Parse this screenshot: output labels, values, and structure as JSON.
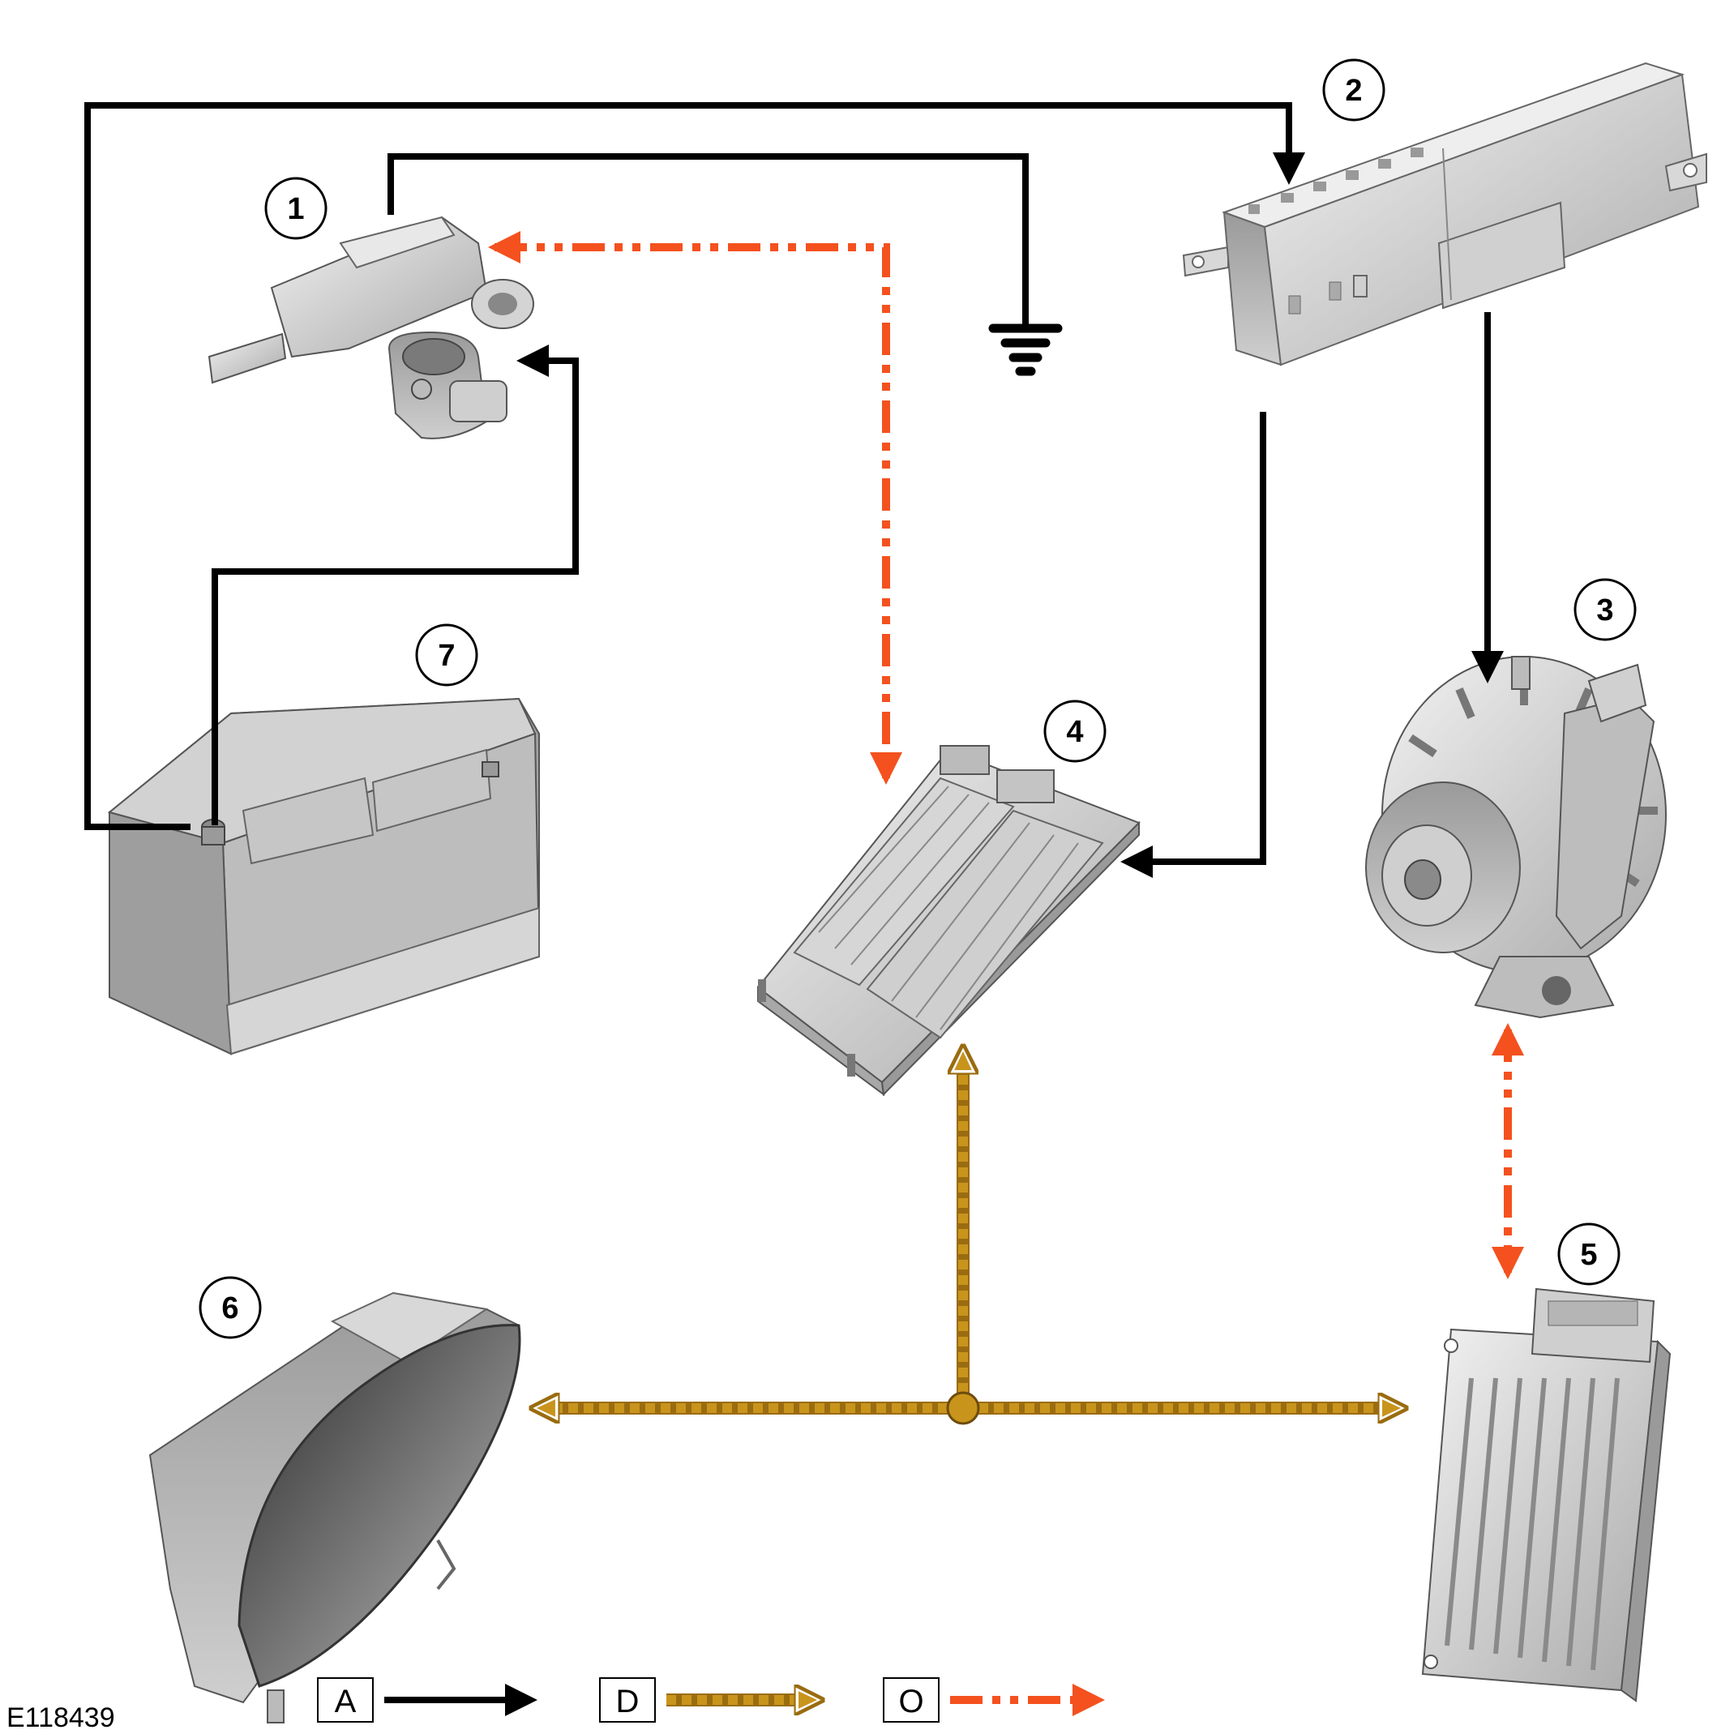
{
  "components": [
    {
      "number": "1",
      "icon": "battery-monitor-sensor-icon"
    },
    {
      "number": "2",
      "icon": "body-control-module-icon"
    },
    {
      "number": "3",
      "icon": "generator-icon"
    },
    {
      "number": "4",
      "icon": "fuse-box-icon"
    },
    {
      "number": "5",
      "icon": "engine-control-module-icon"
    },
    {
      "number": "6",
      "icon": "instrument-cluster-icon"
    },
    {
      "number": "7",
      "icon": "battery-icon"
    }
  ],
  "legend": [
    {
      "key": "A",
      "line": "solid"
    },
    {
      "key": "D",
      "line": "dashed-bus"
    },
    {
      "key": "O",
      "line": "dash-dot"
    }
  ],
  "reference": "E118439",
  "colors": {
    "hardwired": "#000000",
    "bus": "#c8941c",
    "lin": "#f4511e",
    "part_light": "#e0e0e0",
    "part_dark": "#8a8a8a"
  },
  "ground_icon": "ground-symbol-icon"
}
